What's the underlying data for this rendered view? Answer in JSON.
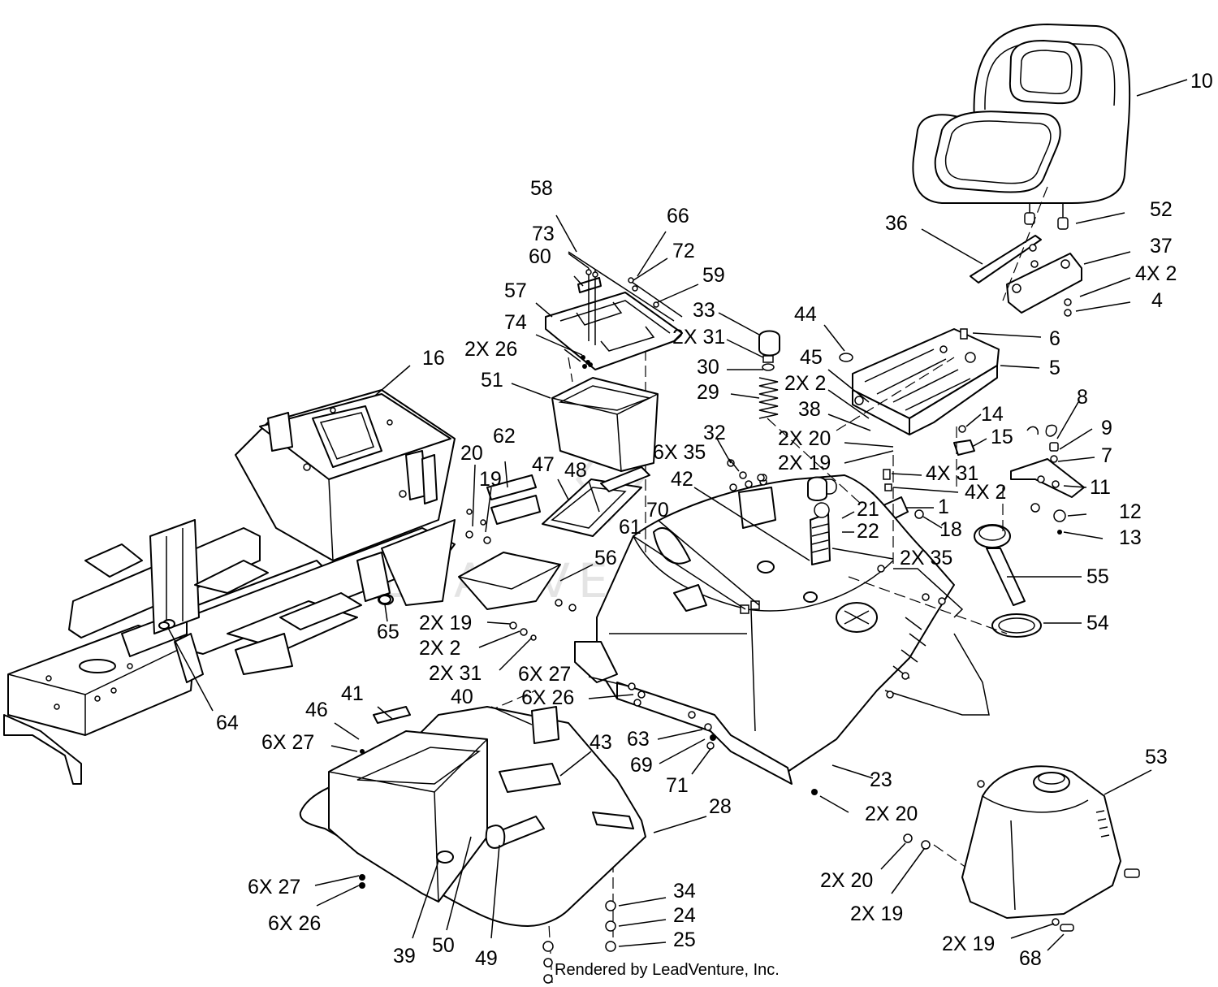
{
  "watermark": "LEADVENTURE",
  "credit": "Rendered by LeadVenture, Inc.",
  "callouts": [
    {
      "id": "c10",
      "text": "10"
    },
    {
      "id": "c52",
      "text": "52"
    },
    {
      "id": "c36",
      "text": "36"
    },
    {
      "id": "c37",
      "text": "37"
    },
    {
      "id": "c4x2a",
      "text": "4X 2"
    },
    {
      "id": "c4",
      "text": "4"
    },
    {
      "id": "c6",
      "text": "6"
    },
    {
      "id": "c44",
      "text": "44"
    },
    {
      "id": "c5",
      "text": "5"
    },
    {
      "id": "c45",
      "text": "45"
    },
    {
      "id": "c2x2a",
      "text": "2X 2"
    },
    {
      "id": "c38",
      "text": "38"
    },
    {
      "id": "c14",
      "text": "14"
    },
    {
      "id": "c8",
      "text": "8"
    },
    {
      "id": "c9",
      "text": "9"
    },
    {
      "id": "c15",
      "text": "15"
    },
    {
      "id": "c2x20a",
      "text": "2X 20"
    },
    {
      "id": "c2x19a",
      "text": "2X 19"
    },
    {
      "id": "c7",
      "text": "7"
    },
    {
      "id": "c4x31",
      "text": "4X 31"
    },
    {
      "id": "c4x2b",
      "text": "4X 2"
    },
    {
      "id": "c11",
      "text": "11"
    },
    {
      "id": "c1",
      "text": "1"
    },
    {
      "id": "c12",
      "text": "12"
    },
    {
      "id": "c21",
      "text": "21"
    },
    {
      "id": "c18",
      "text": "18"
    },
    {
      "id": "c13",
      "text": "13"
    },
    {
      "id": "c22",
      "text": "22"
    },
    {
      "id": "c2x35a",
      "text": "2X 35"
    },
    {
      "id": "c55",
      "text": "55"
    },
    {
      "id": "c54",
      "text": "54"
    },
    {
      "id": "c58",
      "text": "58"
    },
    {
      "id": "c66",
      "text": "66"
    },
    {
      "id": "c73",
      "text": "73"
    },
    {
      "id": "c72",
      "text": "72"
    },
    {
      "id": "c60",
      "text": "60"
    },
    {
      "id": "c59",
      "text": "59"
    },
    {
      "id": "c57",
      "text": "57"
    },
    {
      "id": "c33",
      "text": "33"
    },
    {
      "id": "c74",
      "text": "74"
    },
    {
      "id": "c2x31a",
      "text": "2X 31"
    },
    {
      "id": "c2x26a",
      "text": "2X 26"
    },
    {
      "id": "c30",
      "text": "30"
    },
    {
      "id": "c16",
      "text": "16"
    },
    {
      "id": "c51",
      "text": "51"
    },
    {
      "id": "c29",
      "text": "29"
    },
    {
      "id": "c32",
      "text": "32"
    },
    {
      "id": "c6x35",
      "text": "6X 35"
    },
    {
      "id": "c42",
      "text": "42"
    },
    {
      "id": "c62",
      "text": "62"
    },
    {
      "id": "c20",
      "text": "20"
    },
    {
      "id": "c47",
      "text": "47"
    },
    {
      "id": "c48",
      "text": "48"
    },
    {
      "id": "c19",
      "text": "19"
    },
    {
      "id": "c70",
      "text": "70"
    },
    {
      "id": "c61",
      "text": "61"
    },
    {
      "id": "c56",
      "text": "56"
    },
    {
      "id": "c2x19b",
      "text": "2X 19"
    },
    {
      "id": "c2x2b",
      "text": "2X 2"
    },
    {
      "id": "c2x31b",
      "text": "2X 31"
    },
    {
      "id": "c65",
      "text": "65"
    },
    {
      "id": "c6x27a",
      "text": "6X 27"
    },
    {
      "id": "c6x26a",
      "text": "6X 26"
    },
    {
      "id": "c64",
      "text": "64"
    },
    {
      "id": "c41",
      "text": "41"
    },
    {
      "id": "c46",
      "text": "46"
    },
    {
      "id": "c40",
      "text": "40"
    },
    {
      "id": "c6x27b",
      "text": "6X 27"
    },
    {
      "id": "c43",
      "text": "43"
    },
    {
      "id": "c63",
      "text": "63"
    },
    {
      "id": "c69",
      "text": "69"
    },
    {
      "id": "c71",
      "text": "71"
    },
    {
      "id": "c23",
      "text": "23"
    },
    {
      "id": "c53",
      "text": "53"
    },
    {
      "id": "c28",
      "text": "28"
    },
    {
      "id": "c2x20b",
      "text": "2X 20"
    },
    {
      "id": "c2x20c",
      "text": "2X 20"
    },
    {
      "id": "c2x19c",
      "text": "2X 19"
    },
    {
      "id": "c6x27c",
      "text": "6X 27"
    },
    {
      "id": "c6x26b",
      "text": "6X 26"
    },
    {
      "id": "c34",
      "text": "34"
    },
    {
      "id": "c24",
      "text": "24"
    },
    {
      "id": "c25",
      "text": "25"
    },
    {
      "id": "c39",
      "text": "39"
    },
    {
      "id": "c50",
      "text": "50"
    },
    {
      "id": "c49",
      "text": "49"
    },
    {
      "id": "c2x19d",
      "text": "2X 19"
    },
    {
      "id": "c68",
      "text": "68"
    }
  ]
}
